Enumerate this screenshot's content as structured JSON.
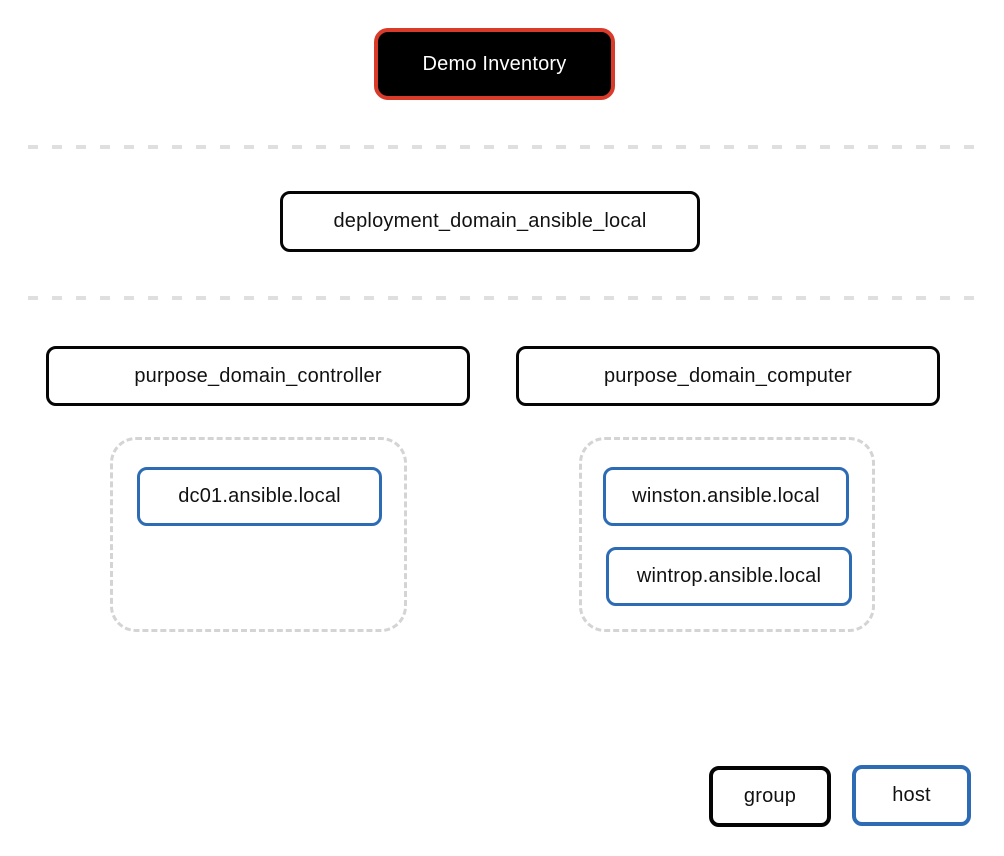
{
  "inventory": {
    "label": "Demo Inventory"
  },
  "groups": {
    "deployment": {
      "label": "deployment_domain_ansible_local"
    },
    "controller": {
      "label": "purpose_domain_controller",
      "hosts": [
        "dc01.ansible.local"
      ]
    },
    "computer": {
      "label": "purpose_domain_computer",
      "hosts": [
        "winston.ansible.local",
        "wintrop.ansible.local"
      ]
    }
  },
  "legend": {
    "group_label": "group",
    "host_label": "host"
  },
  "colors": {
    "inventory_border": "#d93b2b",
    "inventory_background": "#000000",
    "inventory_text": "#ffffff",
    "group_border": "#050505",
    "host_border": "#2d6cb5",
    "divider": "#dfdfdf",
    "host_container_border": "#d4d4d4",
    "background": "#ffffff",
    "text": "#111111"
  }
}
